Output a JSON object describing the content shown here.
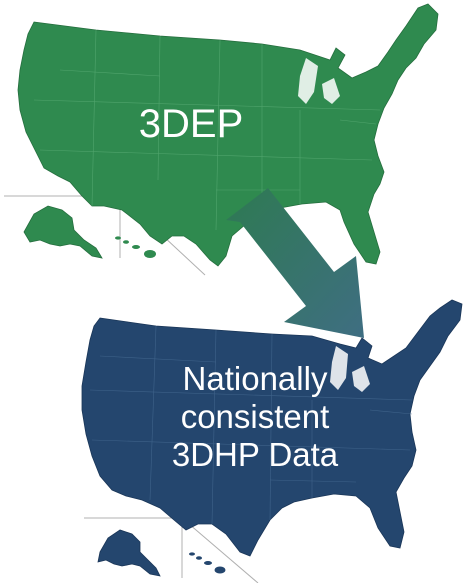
{
  "top_map": {
    "label": "3DEP",
    "fill": "#2f8a4f"
  },
  "bottom_map": {
    "lines": [
      "Nationally",
      "consistent",
      "3DHP Data"
    ],
    "fill": "#24466e"
  },
  "arrow": {
    "icon": "down-right-arrow-icon",
    "color_start": "#2e7a52",
    "color_end": "#3f6e82"
  },
  "inset_line_color": "#b0b0b0"
}
